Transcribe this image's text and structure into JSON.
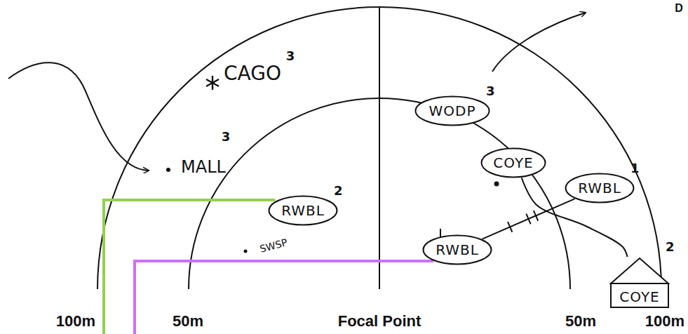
{
  "diagram": {
    "nodes": [
      {
        "text": [
          "WODP",
          "3"
        ]
      },
      {
        "text": [
          "RWBL",
          "2"
        ]
      },
      {
        "text": [
          "COYE"
        ]
      },
      {
        "text": [
          "RWBL",
          "1"
        ]
      },
      {
        "text": [
          "RWBL"
        ]
      },
      {
        "text": [
          "COYE",
          "2"
        ]
      }
    ],
    "edges": [
      {
        "from": 2,
        "to": 5,
        "arrow": "none"
      },
      {
        "from": 4,
        "to": 3,
        "arrow": "none"
      }
    ],
    "labels": [
      "CAGO",
      "3",
      "MALL",
      "3",
      "SWSP",
      "100m",
      "50m",
      "Focal Point",
      "50m",
      "100m",
      "D"
    ]
  }
}
